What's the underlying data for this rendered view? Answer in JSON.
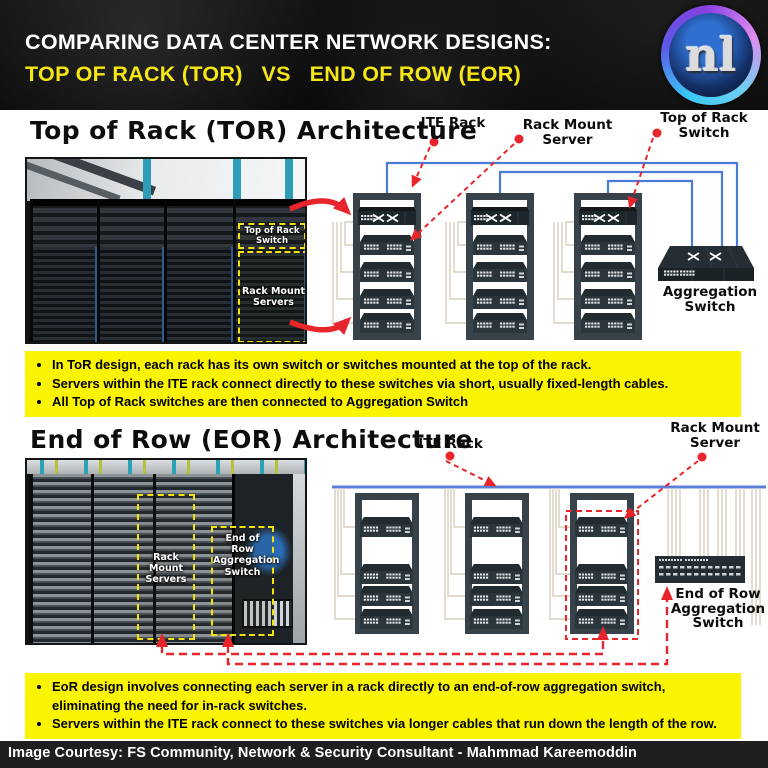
{
  "header": {
    "title": "COMPARING DATA CENTER NETWORK DESIGNS:",
    "subtitle": "TOP OF RACK (TOR)   VS   END OF ROW (EOR)",
    "logo_text": "nl"
  },
  "tor": {
    "heading": "Top of Rack (TOR) Architecture",
    "label_ite_rack": "ITE Rack",
    "label_rack_mount_server": "Rack Mount\nServer",
    "label_tor_switch": "Top of Rack\nSwitch",
    "label_aggregation_switch": "Aggregation\nSwitch",
    "photo_label_switch": "Top of Rack\nSwitch",
    "photo_label_servers": "Rack Mount\nServers",
    "bullets": [
      "In ToR design, each rack has its own switch or switches mounted at the top of the rack.",
      "Servers within the ITE rack connect directly to these switches via short, usually fixed-length cables.",
      "All Top of Rack switches are then connected to Aggregation Switch"
    ]
  },
  "eor": {
    "heading": "End of Row (EOR) Architecture",
    "label_ite_rack": "ITE Rack",
    "label_rack_mount_server": "Rack Mount\nServer",
    "label_eor_switch": "End of Row\nAggregation\nSwitch",
    "photo_label_servers": "Rack Mount\nServers",
    "photo_label_eor_switch": "End of Row\nAggregation\nSwitch",
    "bullets": [
      "EoR design involves connecting each server in a rack directly to an end-of-row aggregation switch, eliminating the need for in-rack switches.",
      "Servers within the ITE rack connect to these switches via longer cables that run down the length of the row."
    ]
  },
  "footer": {
    "credit": "Image Courtesy: FS Community, Network & Security Consultant - Mahmmad Kareemoddin"
  },
  "colors": {
    "accent_yellow": "#f5e616",
    "note_yellow": "#faf400",
    "arrow_red": "#e8252a",
    "link_blue": "#4a7bd8",
    "tray_blue": "#5b7fd8",
    "rack_dark": "#2a363c",
    "cable_beige": "#d8cdbb"
  }
}
